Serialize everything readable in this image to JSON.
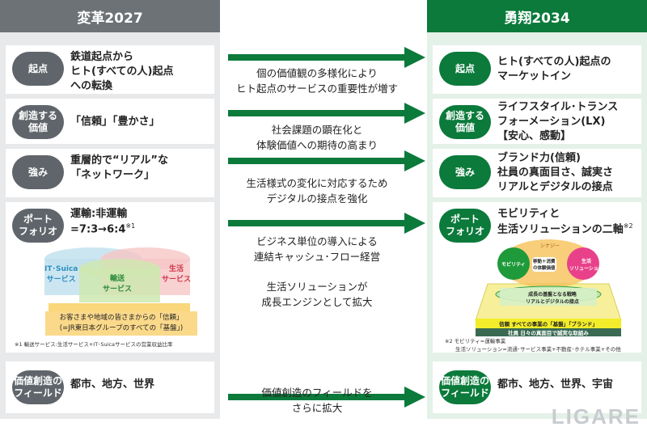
{
  "left": {
    "title": "変革2027",
    "rows": [
      {
        "label": "起点",
        "text": "鉄道起点から\nヒト(すべての人)起点\nへの転換"
      },
      {
        "label": "創造する\n価値",
        "text": "「信頼」「豊かさ」"
      },
      {
        "label": "強み",
        "text": "重層的で“リアル”な\n「ネットワーク」"
      },
      {
        "label": "ポート\nフォリオ",
        "text": "運輸:非運輸\n=7:3→6:4",
        "sup": "※1"
      },
      {
        "label": "価値創造の\nフィールド",
        "text": "都市、地方、世界"
      }
    ],
    "venn": {
      "it": "IT･Suica\nサービス",
      "transport": "輸送\nサービス",
      "life": "生活\nサービス",
      "base": "お客さまや地域の皆さまからの「信頼」\n(=JR東日本グループのすべての「基盤」)"
    },
    "note": "※1 輸送サービス:生活サービス+IT･Suicaサービスの営業収益比率"
  },
  "right": {
    "title": "勇翔2034",
    "rows": [
      {
        "label": "起点",
        "text": "ヒト(すべての人)起点の\nマーケットイン"
      },
      {
        "label": "創造する\n価値",
        "text": "ライフスタイル･トランス\nフォーメーション(LX)\n【安心、感動】"
      },
      {
        "label": "強み",
        "text": "ブランド力(信頼)\n社員の真面目さ、誠実さ\nリアルとデジタルの接点"
      },
      {
        "label": "ポート\nフォリオ",
        "text": "モビリティと\n生活ソリューションの二軸",
        "sup": "※2"
      },
      {
        "label": "価値創造の\nフィールド",
        "text": "都市、地方、世界、宇宙"
      }
    ],
    "fig": {
      "synergy": "シナジー",
      "mobility": "モビリティ",
      "center": "移動＋消費\nの体験価値",
      "life": "生活\nソリューション",
      "strategy": "成長の基盤となる戦略\nリアルとデジタルの接点",
      "trust": "信頼 すべての事業の「基盤」「ブランド」",
      "staff": "社員 日々の真面目で誠実な取組み"
    },
    "note": "※2 モビリティ=運輸事業\n　　生活ソリューション=流通･サービス事業+不動産･ホテル事業+その他"
  },
  "middle": [
    "個の価値観の多様化により\nヒト起点のサービスの重要性が増す",
    "社会課題の顕在化と\n体験価値への期待の高まり",
    "生活様式の変化に対応するため\nデジタルの接点を強化",
    "ビジネス単位の導入による\n連結キャッシュ･フロー経営\n\n生活ソリューションが\n成長エンジンとして拡大",
    "価値創造のフィールドを\nさらに拡大"
  ],
  "logo": "LIGARE",
  "colors": {
    "green": "#0b7a3b",
    "gray": "#6d7276"
  }
}
